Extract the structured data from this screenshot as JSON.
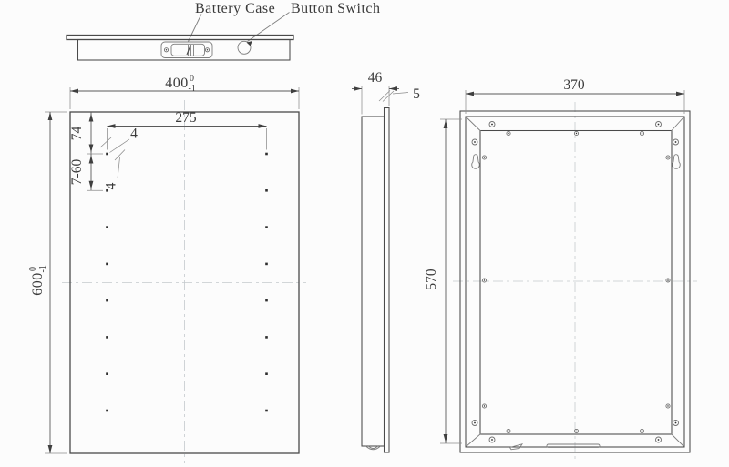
{
  "labels": {
    "battery_case": "Battery Case",
    "button_switch": "Button Switch"
  },
  "front_view": {
    "width": {
      "value": "400",
      "tol_upper": "0",
      "tol_lower": "-1"
    },
    "height": {
      "value": "600",
      "tol_upper": "0",
      "tol_lower": "-1"
    },
    "hole_span": "275",
    "top_offset": "74",
    "hole_pattern": "7-60",
    "hole_dia_a": "4",
    "hole_dia_b": "4"
  },
  "side_view": {
    "depth": "46",
    "glass_thickness": "5"
  },
  "back_view": {
    "width": "370",
    "height": "570"
  },
  "colors": {
    "line": "#4a4a4a",
    "thin": "#7d7d7d",
    "dim": "#5a5a5a",
    "centerline": "#c4c9cc",
    "text": "#3a3a3a",
    "background": "#fcfcfc"
  }
}
